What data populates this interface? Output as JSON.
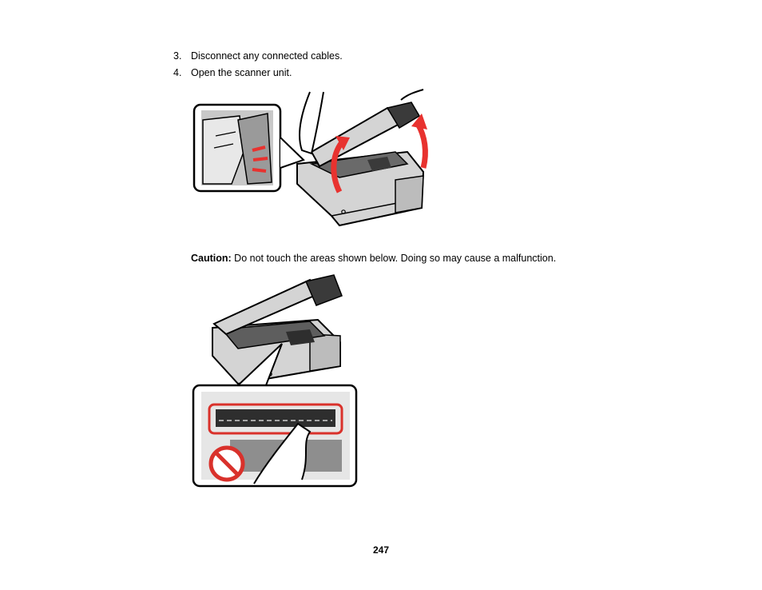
{
  "steps": [
    {
      "number": "3.",
      "text": "Disconnect any connected cables."
    },
    {
      "number": "4.",
      "text": "Open the scanner unit."
    }
  ],
  "caution": {
    "label": "Caution:",
    "text": " Do not touch the areas shown below. Doing so may cause a malfunction."
  },
  "page_number": "247",
  "colors": {
    "arrow_red": "#e8322f",
    "prohibit_red": "#d9312b",
    "printer_gray": "#d4d4d4",
    "lid_dark": "#3a3a3a"
  }
}
